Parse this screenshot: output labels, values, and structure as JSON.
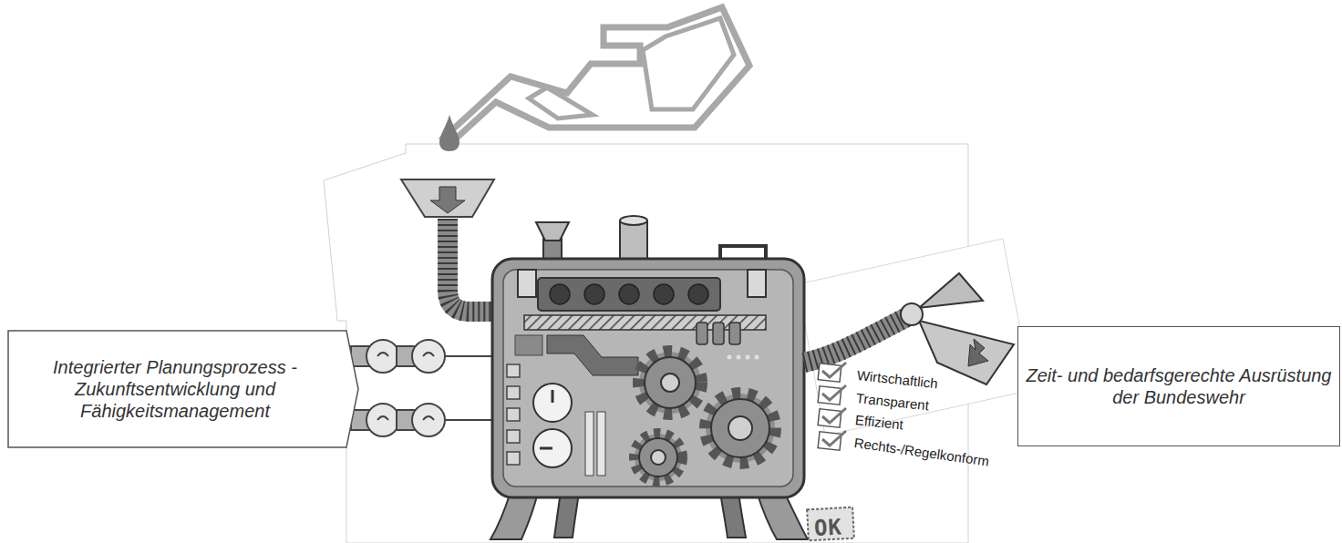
{
  "diagram": {
    "nodes": [
      {
        "text": [
          "Integrierter Planungsprozess - Zukunftsentwicklung und Fähigkeitsmanagement"
        ]
      },
      {
        "text": [
          "Zeit- und bedarfsgerechte Ausrüstung der Bundeswehr"
        ]
      }
    ],
    "labels": [
      "Wirtschaftlich",
      "Transparent",
      "Effizient",
      "Rechts-/Regelkonform",
      "OK"
    ]
  }
}
